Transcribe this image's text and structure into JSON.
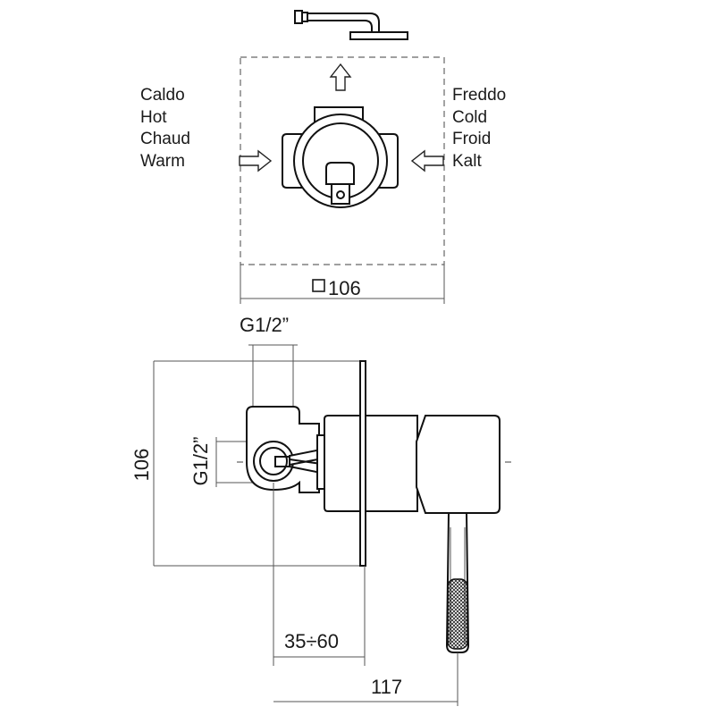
{
  "hot_labels": [
    "Caldo",
    "Hot",
    "Chaud",
    "Warm"
  ],
  "cold_labels": [
    "Freddo",
    "Cold",
    "Froid",
    "Kalt"
  ],
  "dimensions": {
    "box_size": "106",
    "thread_top": "G1/2”",
    "thread_side": "G1/2”",
    "height": "106",
    "depth_range": "35÷60",
    "total_depth": "117"
  }
}
